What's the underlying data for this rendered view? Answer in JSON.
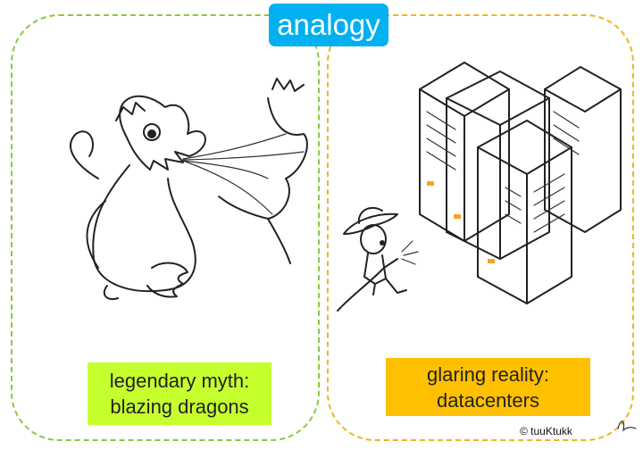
{
  "header": {
    "title": "analogy"
  },
  "left_panel": {
    "illustration": "dragon-icon",
    "caption_line1": "legendary myth:",
    "caption_line2": "blazing dragons",
    "accent": "#8dc63f",
    "caption_bg": "#c6ff2e"
  },
  "right_panel": {
    "illustration": "datacenter-icon",
    "firefighter": "firefighter-icon",
    "caption_line1": "glaring reality:",
    "caption_line2": "datacenters",
    "accent": "#f0b323",
    "caption_bg": "#ffc000"
  },
  "footer": {
    "credit": "© tuuKtukk"
  },
  "colors": {
    "title_bg": "#00b0f0",
    "title_text": "#ffffff"
  }
}
